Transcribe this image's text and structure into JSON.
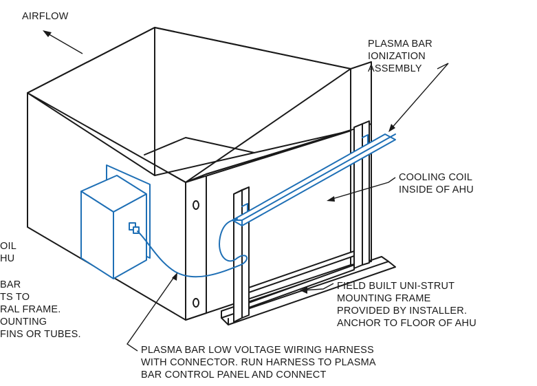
{
  "diagram": {
    "colors": {
      "line": "#1a1a1a",
      "accent": "#1e6fb5",
      "background": "#ffffff"
    },
    "labels": {
      "airflow": "AIRFLOW",
      "plasma_bar": [
        "PLASMA BAR",
        "IONIZATION",
        "ASSEMBLY"
      ],
      "cooling_coil": [
        "COOLING COIL",
        "INSIDE OF AHU"
      ],
      "left_coil": [
        "OIL",
        "HU"
      ],
      "left_note": [
        "BAR",
        "TS TO",
        "RAL FRAME.",
        "OUNTING",
        "FINS OR TUBES."
      ],
      "frame": [
        "FIELD BUILT UNI-STRUT",
        "MOUNTING FRAME",
        "PROVIDED BY INSTALLER.",
        "ANCHOR TO FLOOR OF AHU"
      ],
      "harness": [
        "PLASMA BAR LOW VOLTAGE WIRING HARNESS",
        "WITH CONNECTOR. RUN HARNESS TO PLASMA",
        "BAR CONTROL PANEL AND CONNECT"
      ]
    }
  }
}
